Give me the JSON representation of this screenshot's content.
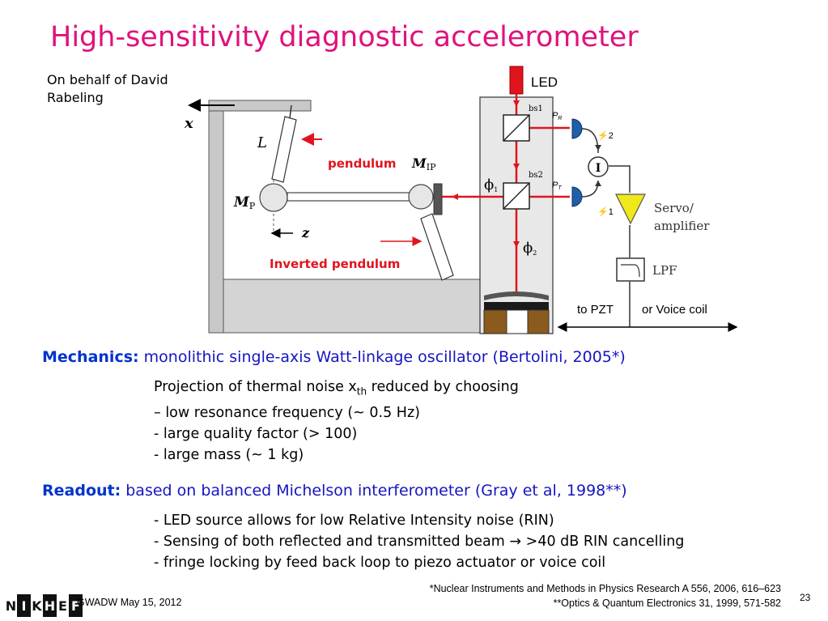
{
  "title": "High-sensitivity diagnostic accelerometer",
  "on_behalf": "On behalf of David Rabeling",
  "diagram": {
    "led": "LED",
    "x_label": "x",
    "z_label": "z",
    "L_label": "L",
    "M_label": "M",
    "P_sub": "P",
    "IP_sub": "IP",
    "pendulum": "pendulum",
    "inverted_pendulum": "Inverted pendulum",
    "bs1": "bs1",
    "bs2": "bs2",
    "phi1_sub": "1",
    "phi2_sub": "2",
    "PR": "P",
    "PR_sub": "R",
    "PT": "P",
    "PT_sub": "T",
    "det2": "2",
    "det1": "1",
    "servo": "Servo/",
    "amplifier": "amplifier",
    "lpf": "LPF",
    "to_pzt": "to PZT",
    "voice_coil": "or Voice coil",
    "phi": "ϕ",
    "I": "I"
  },
  "mechanics": {
    "label": "Mechanics:",
    "text": "monolithic single-axis Watt-linkage oscillator (Bertolini, 2005*)",
    "lines": [
      "Projection of thermal noise x",
      "th",
      " reduced by choosing",
      "– low resonance frequency (~ 0.5 Hz)",
      "- large quality factor (> 100)",
      "- large mass (~ 1 kg)"
    ]
  },
  "readout": {
    "label": "Readout:",
    "text": "based on balanced Michelson interferometer (Gray et al, 1998**)",
    "lines": [
      "- LED source allows for low Relative Intensity noise (RIN)",
      "- Sensing of both reflected and transmitted beam",
      "→",
      ">40 dB RIN cancelling",
      "- fringe locking by feed back loop to piezo actuator or voice coil"
    ]
  },
  "refs": [
    "*Nuclear Instruments and Methods in Physics Research A 556, 2006, 616–623",
    "**Optics & Quantum Electronics 31, 1999, 571-582"
  ],
  "footer": "GWADW May 15, 2012",
  "page": "23",
  "logo": [
    "N",
    "I",
    "K",
    "H",
    "E",
    "F"
  ]
}
